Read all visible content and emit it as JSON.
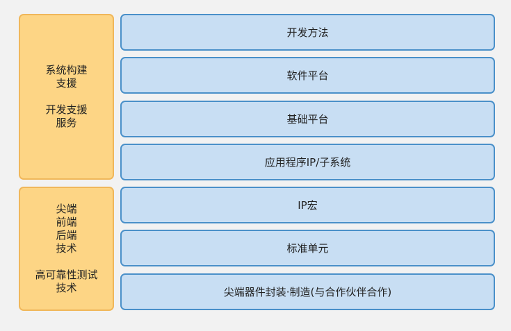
{
  "left_top": {
    "lines_a": [
      "系统构建",
      "支援"
    ],
    "lines_b": [
      "开发支援",
      "服务"
    ]
  },
  "left_bottom": {
    "lines_a": [
      "尖端",
      "前端",
      "后端",
      "技术"
    ],
    "lines_b": [
      "高可靠性测试",
      "技术"
    ]
  },
  "rows": [
    "开发方法",
    "软件平台",
    "基础平台",
    "应用程序IP/子系统",
    "IP宏",
    "标准单元",
    "尖端器件封装·制造(与合作伙伴合作)"
  ],
  "colors": {
    "left_fill": "#fdd585",
    "left_border": "#f0b75a",
    "row_fill": "#c8def3",
    "row_border": "#4a90c9"
  }
}
